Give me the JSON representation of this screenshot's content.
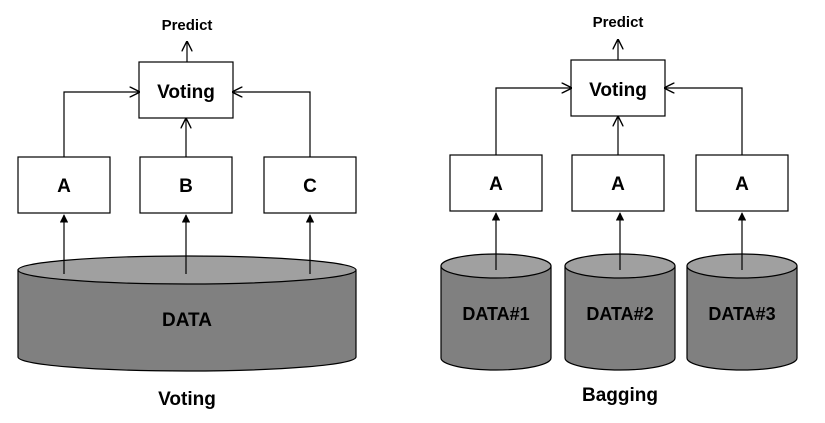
{
  "voting_diagram": {
    "predict_label": "Predict",
    "voting_box_label": "Voting",
    "models": [
      "A",
      "B",
      "C"
    ],
    "data_label": "DATA",
    "caption": "Voting"
  },
  "bagging_diagram": {
    "predict_label": "Predict",
    "voting_box_label": "Voting",
    "models": [
      "A",
      "A",
      "A"
    ],
    "data_labels": [
      "DATA#1",
      "DATA#2",
      "DATA#3"
    ],
    "caption": "Bagging"
  },
  "colors": {
    "cylinder_side": "#808080",
    "cylinder_top": "#a0a0a0",
    "stroke": "#000000",
    "box_fill": "#ffffff"
  }
}
